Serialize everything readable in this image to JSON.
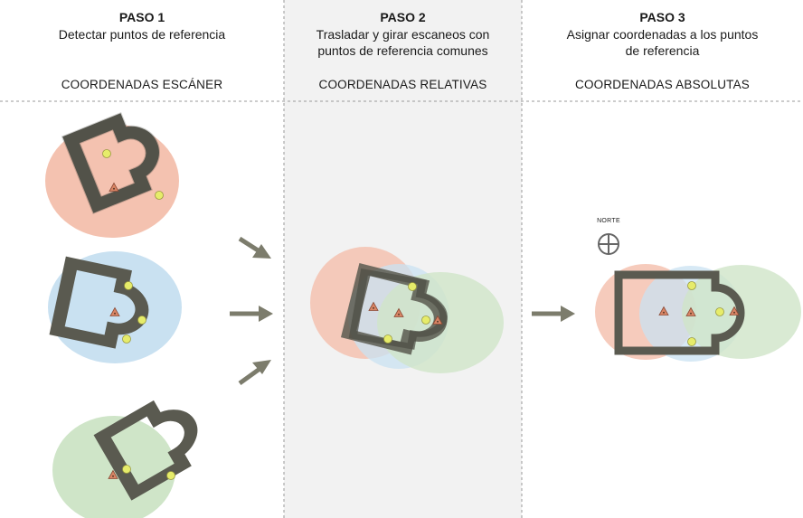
{
  "steps": [
    {
      "title": "PASO 1",
      "description": [
        "Detectar puntos de referencia"
      ],
      "coordinates": "COORDENADAS ESCÁNER"
    },
    {
      "title": "PASO 2",
      "description": [
        "Trasladar y girar escaneos con",
        "puntos de referencia comunes"
      ],
      "coordinates": "COORDENADAS RELATIVAS"
    },
    {
      "title": "PASO 3",
      "description": [
        "Asignar coordenadas a los puntos",
        "de referencia"
      ],
      "coordinates": "COORDENADAS ABSOLUTAS"
    }
  ],
  "compass": {
    "label": "NORTE",
    "icon": "compass-north-icon"
  },
  "colors": {
    "scan_1": "#f4c2b0",
    "scan_2": "#c9e1f1",
    "scan_3": "#cfe5c8",
    "wall": "#5a5a50",
    "arrow": "#7c7c6c",
    "target_point": "#e6ec6a",
    "scanner_position": "#d98565",
    "panel_2_background": "#f2f2f2",
    "divider": "#9a9a9a"
  }
}
